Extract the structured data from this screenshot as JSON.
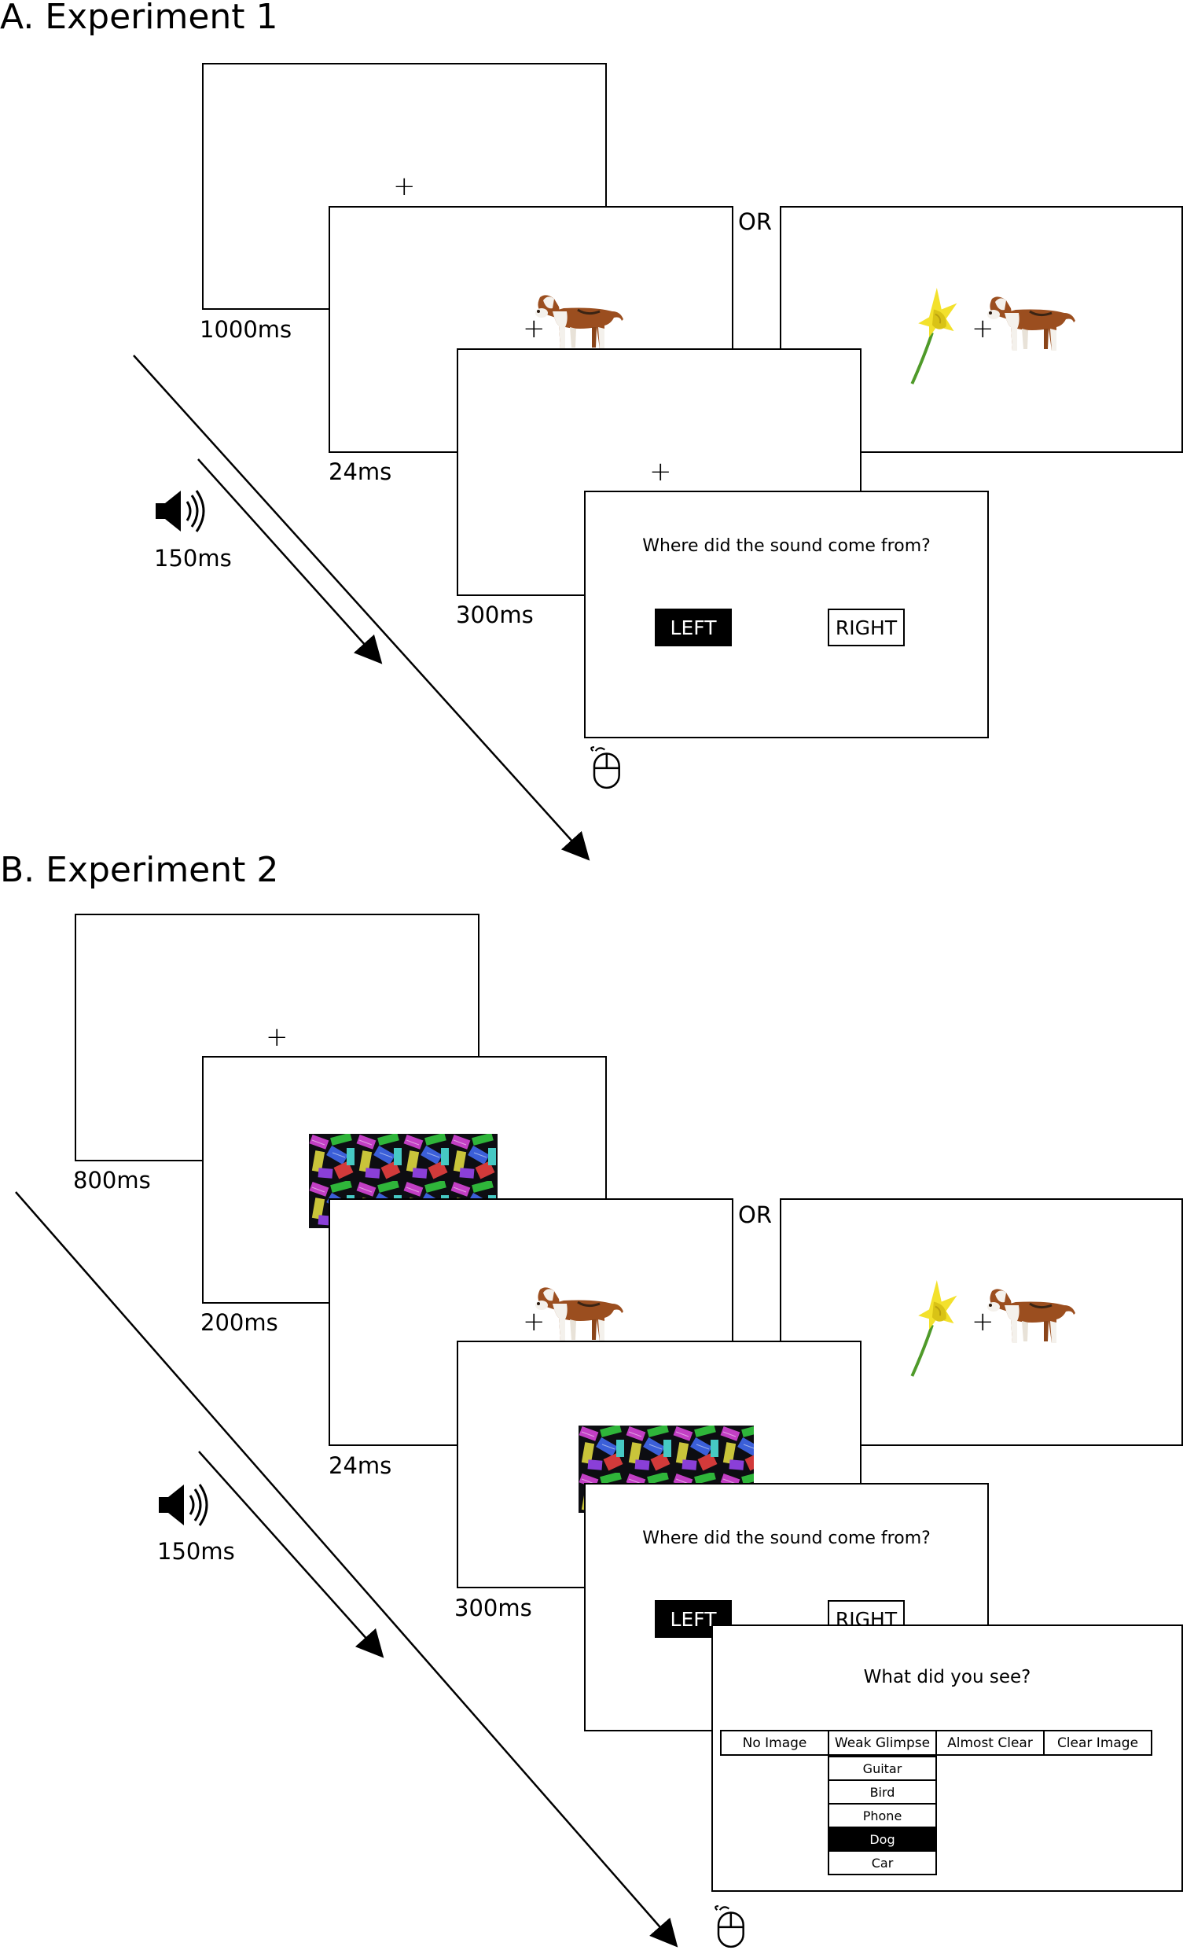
{
  "experiment1": {
    "heading": "A. Experiment 1",
    "fixation_label": "1000ms",
    "target_label": "24ms",
    "fixation2_label": "300ms",
    "or_label": "OR",
    "sound_label": "150ms",
    "question": "Where did the sound come from?",
    "left_button": "LEFT",
    "right_button": "RIGHT",
    "fixation_symbol": "+"
  },
  "experiment2": {
    "heading": "B. Experiment 2",
    "fixation_label": "800ms",
    "mask1_label": "200ms",
    "target_label": "24ms",
    "mask2_label": "300ms",
    "or_label": "OR",
    "sound_label": "150ms",
    "question": "Where did the sound come from?",
    "left_button": "LEFT",
    "right_button": "RIGHT",
    "rating_question": "What did you see?",
    "rating_options": [
      "No Image",
      "Weak Glimpse",
      "Almost Clear",
      "Clear Image"
    ],
    "category_options": [
      "Guitar",
      "Bird",
      "Phone",
      "Dog",
      "Car"
    ],
    "selected_category": "Dog",
    "fixation_symbol": "+"
  },
  "colors": {
    "dog_white": "#f4f1ec",
    "dog_brown": "#9b4e1f",
    "dog_dark": "#3a2414",
    "flower_yellow": "#f3e12c",
    "stem_green": "#4f9a2a"
  },
  "icons": [
    "speaker-icon",
    "mouse-icon",
    "arrow-icon",
    "dog-image",
    "flower-image",
    "mask-image"
  ]
}
